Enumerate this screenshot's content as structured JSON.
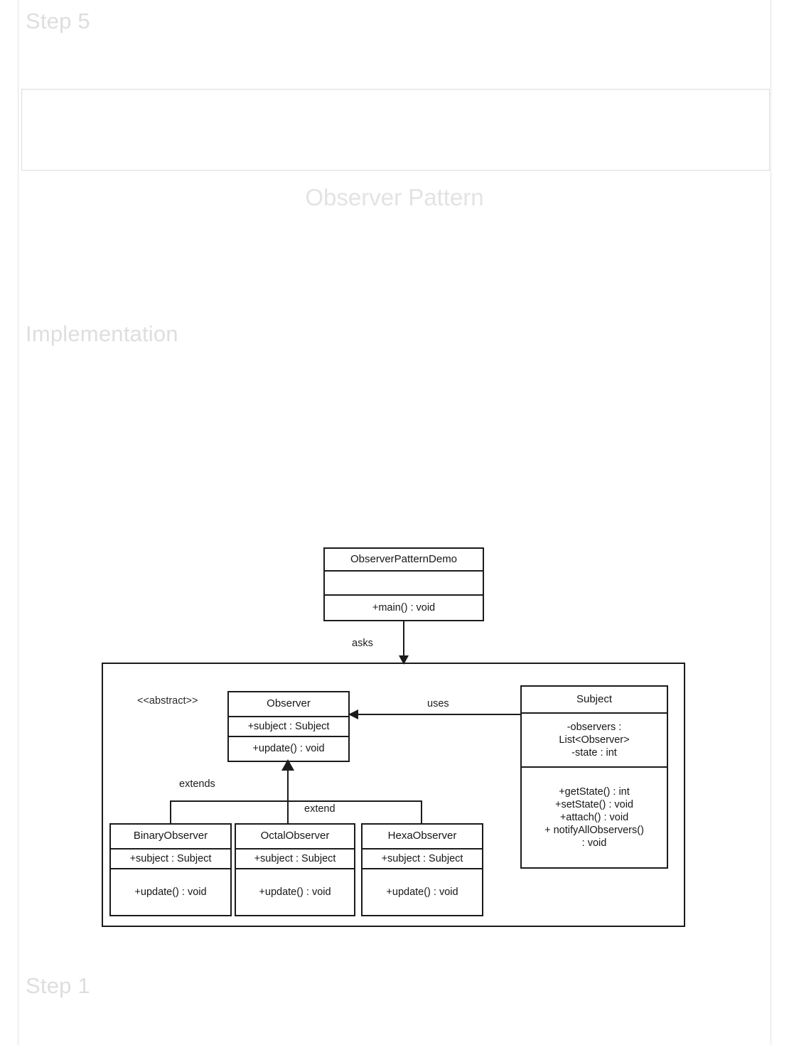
{
  "page": {
    "heading_top": "Step 5",
    "heading_bottom": "Step 1",
    "section_heading": "Implementation",
    "title": "Observer Pattern",
    "colors": {
      "heading_gray": "#dedede",
      "title_gray": "#e3e3e3",
      "diagram_ink": "#1b1b1b",
      "panel_border": "#dcdcdc",
      "background": "#ffffff"
    }
  },
  "diagram": {
    "type": "uml-class-diagram",
    "stereotype_label": "<<abstract>>",
    "classes": {
      "demo": {
        "name": "ObserverPatternDemo",
        "attributes": "",
        "operations": "+main() : void"
      },
      "observer": {
        "name": "Observer",
        "attributes": "+subject  : Subject",
        "operations": "+update() : void"
      },
      "subject": {
        "name": "Subject",
        "attributes": [
          "-observers  :",
          "List<Observer>",
          "-state : int"
        ],
        "operations": [
          "+getState() : int",
          "+setState() : void",
          "+attach() : void",
          "+ notifyAllObservers()",
          ": void"
        ]
      },
      "binary": {
        "name": "BinaryObserver",
        "attributes": "+subject  : Subject",
        "operations": "+update() : void"
      },
      "octal": {
        "name": "OctalObserver",
        "attributes": "+subject  : Subject",
        "operations": "+update() : void"
      },
      "hexa": {
        "name": "HexaObserver",
        "attributes": "+subject  : Subject",
        "operations": "+update() : void"
      }
    },
    "edges": {
      "asks": "asks",
      "uses": "uses",
      "extends": "extends",
      "extend": "extend"
    }
  }
}
